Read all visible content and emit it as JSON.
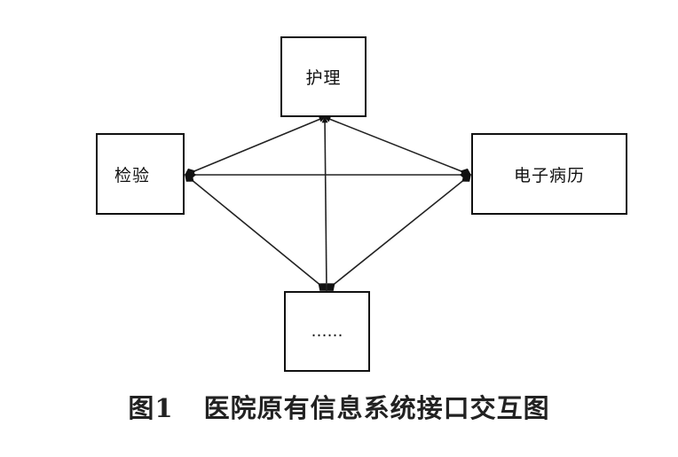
{
  "nodes": {
    "nursing": "护理",
    "lab": "检验",
    "emr": "电子病历",
    "other": "……"
  },
  "caption": {
    "number": "图1",
    "title": "医院原有信息系统接口交互图"
  }
}
